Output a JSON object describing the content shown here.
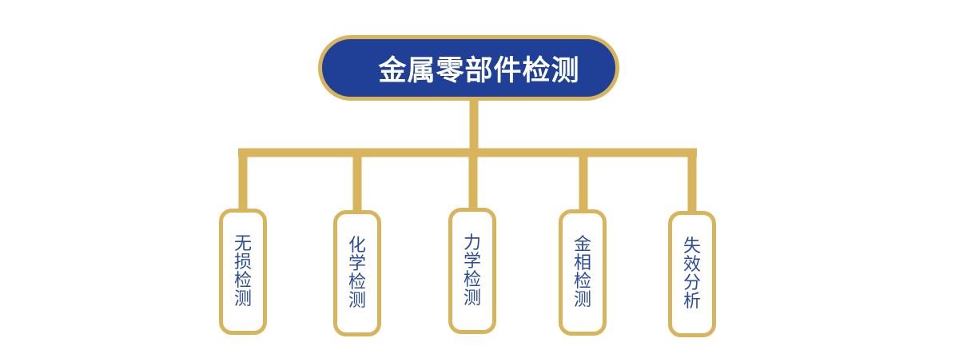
{
  "diagram": {
    "root": {
      "label": "金属零部件检测"
    },
    "children": [
      {
        "label": "无损检测"
      },
      {
        "label": "化学检测"
      },
      {
        "label": "力学检测"
      },
      {
        "label": "金相检测"
      },
      {
        "label": "失效分析"
      }
    ]
  },
  "colors": {
    "root_fill": "#1f4096",
    "connector": "#d8b55c",
    "node_border": "#d8b55c",
    "child_text": "#2b4b98",
    "root_text": "#ffffff"
  }
}
